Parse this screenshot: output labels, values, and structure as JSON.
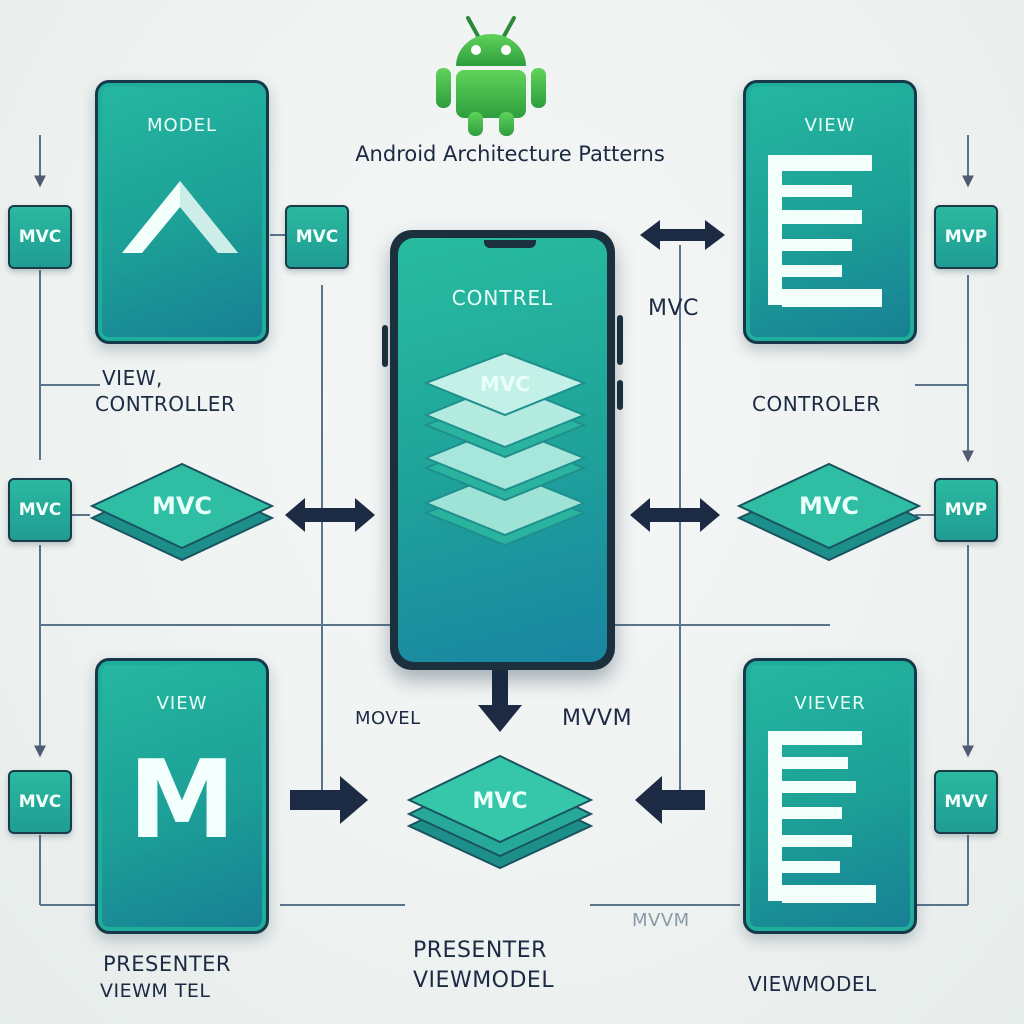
{
  "title": "Android Architecture Patterns",
  "icon": "android-robot-icon",
  "colors": {
    "teal": "#22b39e",
    "dark_teal": "#177f94",
    "navy": "#1c2a44",
    "android_green": "#3fb54a"
  },
  "phones": {
    "top_left": "MODEL",
    "top_right": "VIEW",
    "center": "CONTREL",
    "bottom_left": "VIEW",
    "bottom_right": "VIEVER"
  },
  "phone_glyphs": {
    "top_left": "chevron-up-icon",
    "bottom_left": "M",
    "top_right": "layers-list-icon",
    "bottom_right": "layers-list-icon"
  },
  "badges": {
    "left_top": "MVC",
    "left_mid": "MVC",
    "left_bottom": "MVC",
    "inner_left_top": "MVC",
    "right_top": "MVP",
    "right_mid": "MVP",
    "right_bottom": "MVV"
  },
  "stacks": {
    "center": "MVC",
    "left_mid": "MVC",
    "right_mid": "MVC",
    "bottom_center": "MVC"
  },
  "labels": {
    "left_mid_line1": "VIEW,",
    "left_mid_line2": "CONTROLLER",
    "right_mid": "CONTROLER",
    "mvc_right": "MVC",
    "movel": "MOVEL",
    "mvvm_center": "MVVM",
    "mvvm_faint": "MVVM",
    "bottom_left_line1": "PRESENTER",
    "bottom_left_line2": "VIEWM TEL",
    "bottom_center_line1": "PRESENTER",
    "bottom_center_line2": "VIEWMODEL",
    "bottom_right": "VIEWMODEL"
  }
}
